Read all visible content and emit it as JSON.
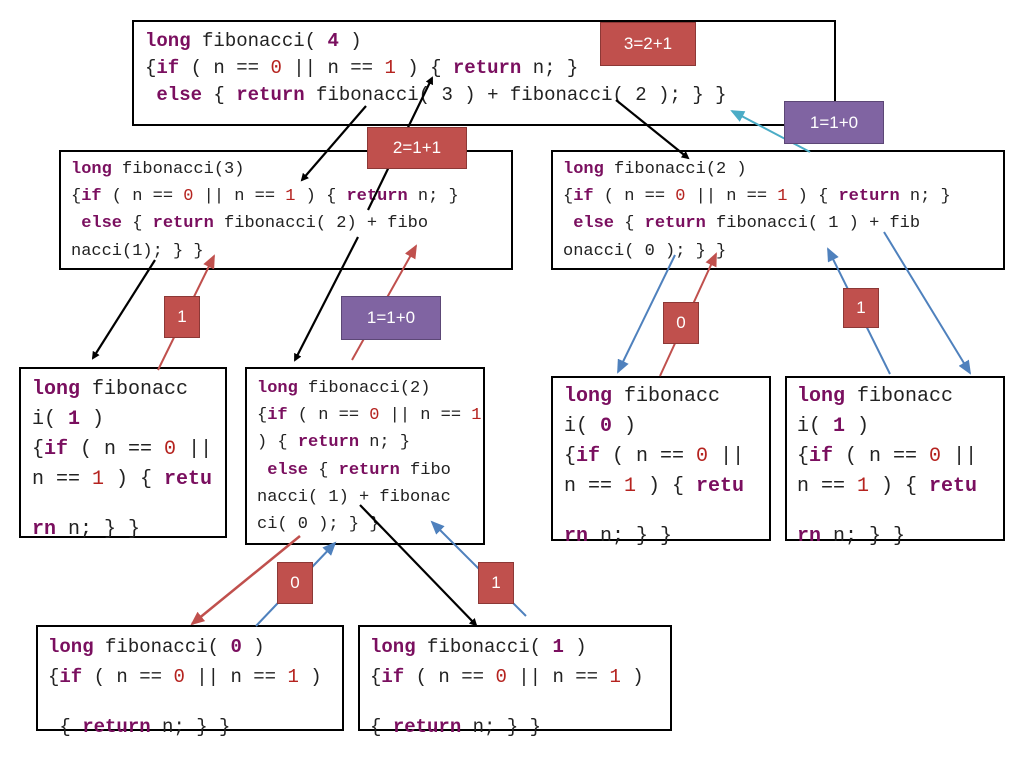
{
  "nodes": [
    {
      "lines": [
        [
          [
            "kw",
            "long"
          ],
          [
            "t",
            " fibonacci( "
          ],
          [
            "arg",
            "4"
          ],
          [
            "t",
            " )"
          ]
        ],
        [
          [
            "t",
            "{"
          ],
          [
            "kw",
            "if"
          ],
          [
            "t",
            " ( n == "
          ],
          [
            "num",
            "0"
          ],
          [
            "t",
            " || n == "
          ],
          [
            "num",
            "1"
          ],
          [
            "t",
            " ) { "
          ],
          [
            "kw",
            "return"
          ],
          [
            "t",
            " n; }"
          ]
        ],
        [
          [
            "t",
            " "
          ],
          [
            "kw",
            "else"
          ],
          [
            "t",
            " { "
          ],
          [
            "kw",
            "return"
          ],
          [
            "t",
            " fibonacci( 3 ) + fibonacci( 2 ); } }"
          ]
        ]
      ]
    },
    {
      "lines": [
        [
          [
            "kw",
            "long"
          ],
          [
            "t",
            " fibonacci(3)"
          ]
        ],
        [
          [
            "t",
            "{"
          ],
          [
            "kw",
            "if"
          ],
          [
            "t",
            " ( n == "
          ],
          [
            "num",
            "0"
          ],
          [
            "t",
            " || n == "
          ],
          [
            "num",
            "1"
          ],
          [
            "t",
            " ) { "
          ],
          [
            "kw",
            "return"
          ],
          [
            "t",
            " n; }"
          ]
        ],
        [
          [
            "t",
            " "
          ],
          [
            "kw",
            "else"
          ],
          [
            "t",
            " { "
          ],
          [
            "kw",
            "return"
          ],
          [
            "t",
            " fibonacci( 2) + fibo"
          ]
        ],
        [
          [
            "t",
            "nacci(1); } }"
          ]
        ]
      ]
    },
    {
      "lines": [
        [
          [
            "kw",
            "long"
          ],
          [
            "t",
            " fibonacci(2 )"
          ]
        ],
        [
          [
            "t",
            "{"
          ],
          [
            "kw",
            "if"
          ],
          [
            "t",
            " ( n == "
          ],
          [
            "num",
            "0"
          ],
          [
            "t",
            " || n == "
          ],
          [
            "num",
            "1"
          ],
          [
            "t",
            " ) { "
          ],
          [
            "kw",
            "return"
          ],
          [
            "t",
            " n; }"
          ]
        ],
        [
          [
            "t",
            " "
          ],
          [
            "kw",
            "else"
          ],
          [
            "t",
            " { "
          ],
          [
            "kw",
            "return"
          ],
          [
            "t",
            " fibonacci( 1 ) + fib"
          ]
        ],
        [
          [
            "t",
            "onacci( 0 ); } }"
          ]
        ]
      ]
    },
    {
      "lines": [
        [
          [
            "kw",
            "long"
          ],
          [
            "t",
            " fibonacc"
          ]
        ],
        [
          [
            "t",
            "i( "
          ],
          [
            "arg",
            "1"
          ],
          [
            "t",
            " )"
          ]
        ],
        [
          [
            "t",
            "{"
          ],
          [
            "kw",
            "if"
          ],
          [
            "t",
            " ( n == "
          ],
          [
            "num",
            "0"
          ],
          [
            "t",
            " ||"
          ]
        ],
        [
          [
            "t",
            "n == "
          ],
          [
            "num",
            "1"
          ],
          [
            "t",
            " ) { "
          ],
          [
            "kw",
            "retu"
          ]
        ],
        [
          [
            "t",
            ""
          ]
        ],
        [
          [
            "kw",
            "rn"
          ],
          [
            "t",
            " n; } }"
          ]
        ]
      ]
    },
    {
      "lines": [
        [
          [
            "kw",
            "long"
          ],
          [
            "t",
            " fibonacci(2)"
          ]
        ],
        [
          [
            "t",
            "{"
          ],
          [
            "kw",
            "if"
          ],
          [
            "t",
            " ( n == "
          ],
          [
            "num",
            "0"
          ],
          [
            "t",
            " || n == "
          ],
          [
            "num",
            "1"
          ]
        ],
        [
          [
            "t",
            ") { "
          ],
          [
            "kw",
            "return"
          ],
          [
            "t",
            " n; }"
          ]
        ],
        [
          [
            "t",
            " "
          ],
          [
            "kw",
            "else"
          ],
          [
            "t",
            " { "
          ],
          [
            "kw",
            "return"
          ],
          [
            "t",
            " fibo"
          ]
        ],
        [
          [
            "t",
            "nacci( 1) + fibonac"
          ]
        ],
        [
          [
            "t",
            "ci( 0 ); } }"
          ]
        ]
      ]
    },
    {
      "lines": [
        [
          [
            "kw",
            "long"
          ],
          [
            "t",
            " fibonacc"
          ]
        ],
        [
          [
            "t",
            "i( "
          ],
          [
            "arg",
            "0"
          ],
          [
            "t",
            " )"
          ]
        ],
        [
          [
            "t",
            "{"
          ],
          [
            "kw",
            "if"
          ],
          [
            "t",
            " ( n == "
          ],
          [
            "num",
            "0"
          ],
          [
            "t",
            " ||"
          ]
        ],
        [
          [
            "t",
            "n == "
          ],
          [
            "num",
            "1"
          ],
          [
            "t",
            " ) { "
          ],
          [
            "kw",
            "retu"
          ]
        ],
        [
          [
            "t",
            ""
          ]
        ],
        [
          [
            "kw",
            "rn"
          ],
          [
            "t",
            " n; } }"
          ]
        ]
      ]
    },
    {
      "lines": [
        [
          [
            "kw",
            "long"
          ],
          [
            "t",
            " fibonacc"
          ]
        ],
        [
          [
            "t",
            "i( "
          ],
          [
            "arg",
            "1"
          ],
          [
            "t",
            " )"
          ]
        ],
        [
          [
            "t",
            "{"
          ],
          [
            "kw",
            "if"
          ],
          [
            "t",
            " ( n == "
          ],
          [
            "num",
            "0"
          ],
          [
            "t",
            " ||"
          ]
        ],
        [
          [
            "t",
            "n == "
          ],
          [
            "num",
            "1"
          ],
          [
            "t",
            " ) { "
          ],
          [
            "kw",
            "retu"
          ]
        ],
        [
          [
            "t",
            ""
          ]
        ],
        [
          [
            "kw",
            "rn"
          ],
          [
            "t",
            " n; } }"
          ]
        ]
      ]
    },
    {
      "lines": [
        [
          [
            "kw",
            "long"
          ],
          [
            "t",
            " fibonacci( "
          ],
          [
            "arg",
            "0"
          ],
          [
            "t",
            " )"
          ]
        ],
        [
          [
            "t",
            "{"
          ],
          [
            "kw",
            "if"
          ],
          [
            "t",
            " ( n == "
          ],
          [
            "num",
            "0"
          ],
          [
            "t",
            " || n == "
          ],
          [
            "num",
            "1"
          ],
          [
            "t",
            " )"
          ]
        ],
        [
          [
            "t",
            ""
          ]
        ],
        [
          [
            "t",
            " { "
          ],
          [
            "kw",
            "return"
          ],
          [
            "t",
            " n; } }"
          ]
        ]
      ]
    },
    {
      "lines": [
        [
          [
            "kw",
            "long"
          ],
          [
            "t",
            " fibonacci( "
          ],
          [
            "arg",
            "1"
          ],
          [
            "t",
            " )"
          ]
        ],
        [
          [
            "t",
            "{"
          ],
          [
            "kw",
            "if"
          ],
          [
            "t",
            " ( n == "
          ],
          [
            "num",
            "0"
          ],
          [
            "t",
            " || n == "
          ],
          [
            "num",
            "1"
          ],
          [
            "t",
            " )"
          ]
        ],
        [
          [
            "t",
            ""
          ]
        ],
        [
          [
            "t",
            "{ "
          ],
          [
            "kw",
            "return"
          ],
          [
            "t",
            " n; } }"
          ]
        ]
      ]
    }
  ],
  "badges": {
    "b_3_eq": "3=2+1",
    "b_2_eq": "2=1+1",
    "b_1_eq_top": "1=1+0",
    "b_1_eq_mid": "1=1+0",
    "b_1_left": "1",
    "b_0_right": "0",
    "b_1_right": "1",
    "b_0_bottom": "0",
    "b_1_bottom": "1"
  },
  "colors": {
    "call_arrow": "#000000",
    "return_arrow_red": "#c0504d",
    "return_arrow_blue": "#4f81bd",
    "return_arrow_cyan": "#4bacc6",
    "badge_red": "#c0504d",
    "badge_purple": "#8064a2"
  }
}
